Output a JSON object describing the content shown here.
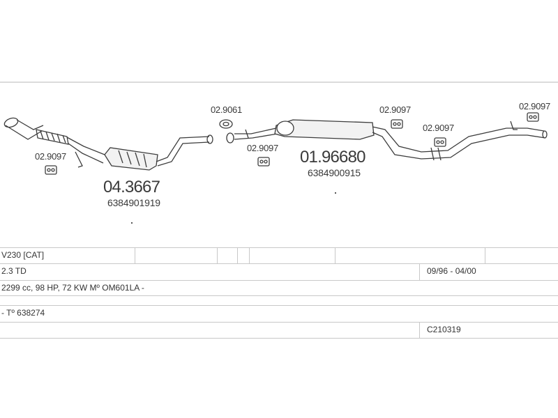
{
  "parts": {
    "front_pipe_clamp": "02.9097",
    "catalyst_code": "04.3667",
    "catalyst_oem": "6384901919",
    "gasket_code": "02.9061",
    "mid_hanger_code": "02.9097",
    "silencer_code": "01.96680",
    "silencer_oem": "6384900915",
    "rear_hanger_1": "02.9097",
    "rear_hanger_2": "02.9097",
    "tail_hanger": "02.9097"
  },
  "table": {
    "model": "V230  [CAT]",
    "engine": "2.3 TD",
    "years": "09/96 - 04/00",
    "specs": "2299 cc, 98 HP, 72 KW  Mº OM601LA -",
    "type_approval": "- Tº 638274",
    "ref": "C210319"
  },
  "colors": {
    "line": "#3c3c3c",
    "grid": "#c8c8c8",
    "text": "#333333"
  }
}
